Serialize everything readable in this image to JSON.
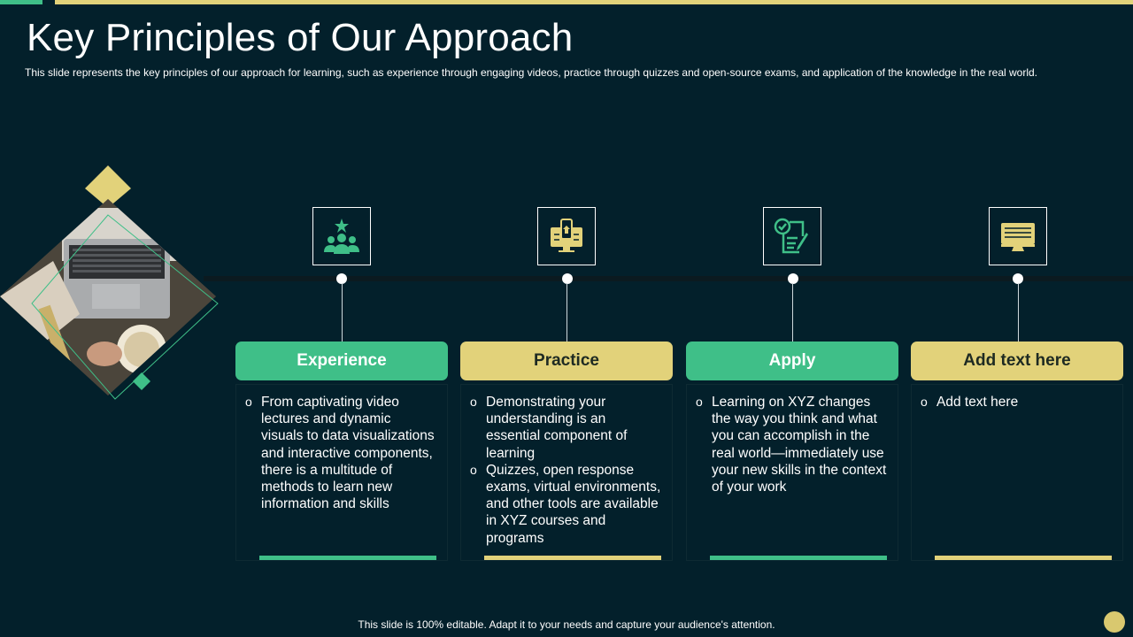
{
  "slide": {
    "title": "Key Principles of Our Approach",
    "subtitle": "This slide represents the key principles of our approach for learning, such as experience through engaging videos, practice through quizzes and open-source exams, and application of the knowledge in the real world.",
    "footer": "This slide is 100% editable. Adapt it to your needs and capture your audience's attention."
  },
  "colors": {
    "background": "#03202b",
    "green": "#3fbf88",
    "yellow": "#e2d27a"
  },
  "columns": [
    {
      "icon": "team-icon",
      "header": "Experience",
      "color": "green",
      "bullets": [
        "From captivating video lectures and dynamic visuals to data visualizations and interactive components, there is a multitude of methods to learn new information and skills"
      ]
    },
    {
      "icon": "online-learning-icon",
      "header": "Practice",
      "color": "yellow",
      "bullets": [
        "Demonstrating your understanding is an essential component of learning",
        "Quizzes, open response exams, virtual environments, and other tools are available in XYZ courses and programs"
      ]
    },
    {
      "icon": "checklist-icon",
      "header": "Apply",
      "color": "green",
      "bullets": [
        "Learning on XYZ changes the way you think and what you can accomplish in the real world—immediately use your new skills in the context of your work"
      ]
    },
    {
      "icon": "monitor-icon",
      "header": "Add text here",
      "color": "yellow",
      "bullets": [
        "Add text here"
      ]
    }
  ]
}
